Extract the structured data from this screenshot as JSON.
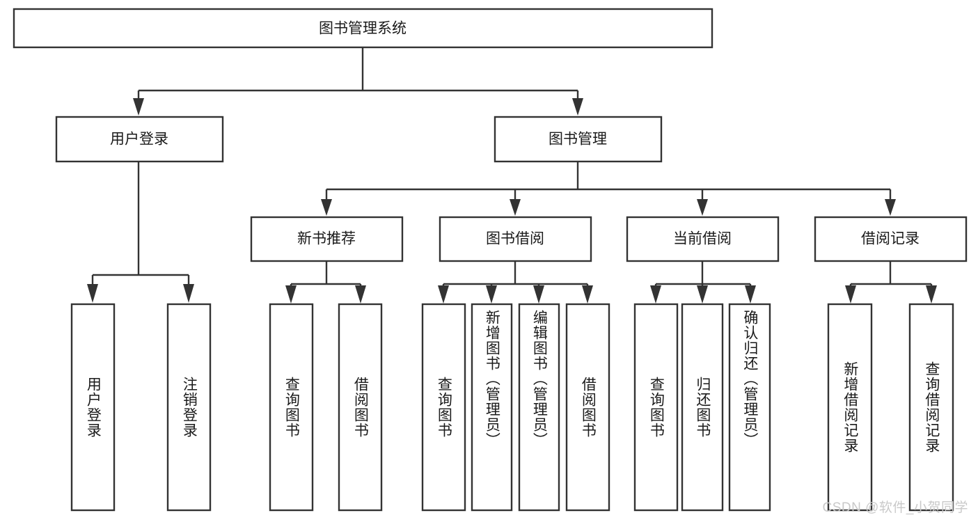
{
  "diagram": {
    "title": "图书管理系统",
    "type": "tree-hierarchy",
    "background_color": "#ffffff",
    "line_color": "#333333",
    "text_color": "#1a1a1a",
    "watermark": "CSDN @软件_小贺同学"
  },
  "root": {
    "label": "图书管理系统"
  },
  "level2": [
    {
      "label": "用户登录"
    },
    {
      "label": "图书管理"
    }
  ],
  "level3": [
    {
      "label": "新书推荐"
    },
    {
      "label": "图书借阅"
    },
    {
      "label": "当前借阅"
    },
    {
      "label": "借阅记录"
    }
  ],
  "leaves": {
    "user_login": [
      {
        "label": "用户登录"
      },
      {
        "label": "注销登录"
      }
    ],
    "new_book_recommend": [
      {
        "label": "查询图书"
      },
      {
        "label": "借阅图书"
      }
    ],
    "book_borrow": [
      {
        "label": "查询图书"
      },
      {
        "label": "新增图书（管理员）"
      },
      {
        "label": "编辑图书（管理员）"
      },
      {
        "label": "借阅图书"
      }
    ],
    "current_borrow": [
      {
        "label": "查询图书"
      },
      {
        "label": "归还图书"
      },
      {
        "label": "确认归还（管理员）"
      }
    ],
    "borrow_record": [
      {
        "label": "新增借阅记录"
      },
      {
        "label": "查询借阅记录"
      }
    ]
  }
}
